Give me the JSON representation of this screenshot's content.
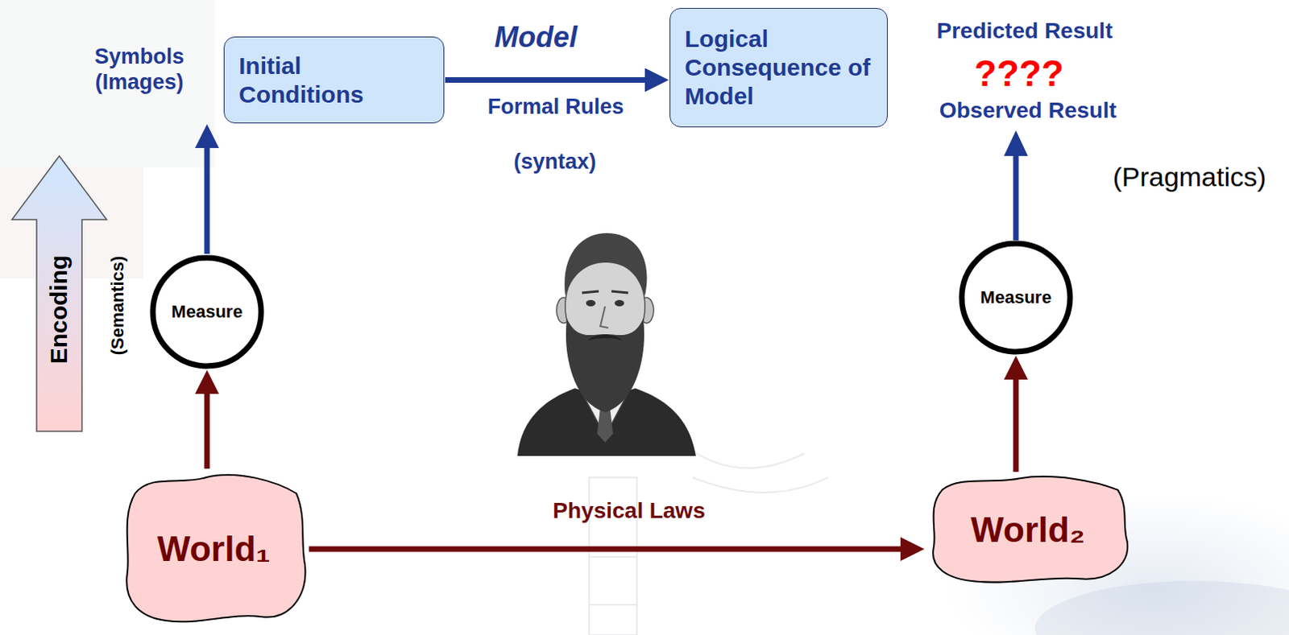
{
  "diagram": {
    "nodes": [
      {
        "text": [
          "Initial Conditions"
        ]
      },
      {
        "text": [
          "Logical Consequence of Model"
        ]
      },
      {
        "text": [
          "Encoding"
        ]
      },
      {
        "text": [
          "Measure"
        ]
      },
      {
        "text": [
          "Measure"
        ]
      },
      {
        "text": [
          "World₁"
        ]
      },
      {
        "text": [
          "World₂"
        ]
      }
    ],
    "edges": [
      {
        "from": 5,
        "to": 3,
        "arrow": "to"
      },
      {
        "from": 3,
        "to": 0,
        "arrow": "to"
      },
      {
        "from": 0,
        "to": 1,
        "arrow": "to"
      },
      {
        "from": 5,
        "to": 6,
        "arrow": "to"
      },
      {
        "from": 6,
        "to": 4,
        "arrow": "to"
      }
    ],
    "labels": [
      "Symbols (Images)",
      "Model",
      "Formal Rules",
      "(syntax)",
      "Predicted Result",
      "????",
      "Observed Result",
      "(Pragmatics)",
      "(Semantics)",
      "Physical Laws"
    ]
  }
}
